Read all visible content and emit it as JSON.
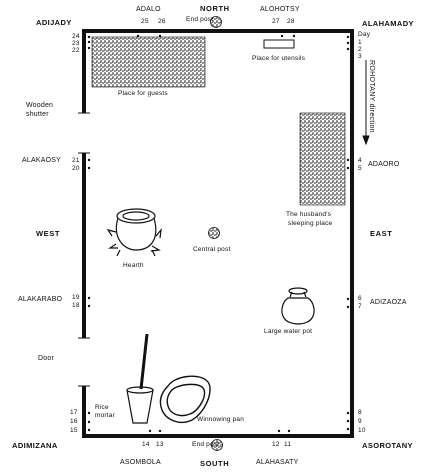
{
  "corners": {
    "top_left": "ADIJADY",
    "top_right": "ALAHAMADY",
    "bottom_left": "ADIMIZANA",
    "bottom_right": "ASOROTANY"
  },
  "top_labels": {
    "adalo": "ADALO",
    "north": "NORTH",
    "alohotsy": "ALOHOTSY"
  },
  "bottom_labels": {
    "asombola": "ASOMBOLA",
    "south": "SOUTH",
    "alahasaty": "ALAHASATY"
  },
  "side_labels": {
    "alakaosy": "ALAKAOSY",
    "west": "WEST",
    "alakarabo": "ALAKARABO",
    "adaoro": "ADAORO",
    "east": "EAST",
    "adizaoza": "ADIZAOZA"
  },
  "day_label": "Day",
  "direction_label": "ROHOTANY direction",
  "numbers": {
    "n25": "25",
    "n26": "26",
    "n27": "27",
    "n28": "28",
    "n24": "24",
    "n23": "23",
    "n22": "22",
    "n1": "1",
    "n2": "2",
    "n3": "3",
    "n21": "21",
    "n20": "20",
    "n4": "4",
    "n5": "5",
    "n19": "19",
    "n18": "18",
    "n6": "6",
    "n7": "7",
    "n17": "17",
    "n16": "16",
    "n15": "15",
    "n8": "8",
    "n9": "9",
    "n10": "10",
    "n14": "14",
    "n13": "13",
    "n12": "12",
    "n11": "11"
  },
  "captions": {
    "end_post_top": "End post",
    "end_post_bottom": "End post",
    "place_for_utensils": "Place for utensils",
    "place_for_guests": "Place for guests",
    "wooden_shutter_1": "Wooden",
    "wooden_shutter_2": "shutter",
    "husbands_sleeping_1": "The husband's",
    "husbands_sleeping_2": "sleeping place",
    "hearth": "Hearth",
    "central_post": "Central post",
    "large_water_pot": "Large water pot",
    "door": "Door",
    "rice_mortar_1": "Rice",
    "rice_mortar_2": "mortar",
    "winnowing_pan": "Winnowing pan"
  }
}
